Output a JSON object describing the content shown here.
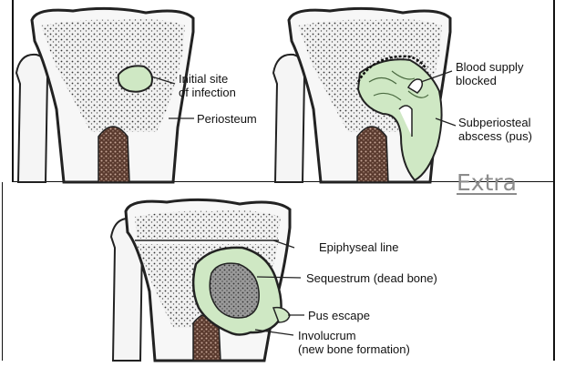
{
  "panel1": {
    "label_infection_line1": "Initial site",
    "label_infection_line2": "of infection",
    "label_periosteum": "Periosteum"
  },
  "panel2": {
    "label_blood_line1": "Blood supply",
    "label_blood_line2": "blocked",
    "label_abscess_line1": "Subperiosteal",
    "label_abscess_line2": "abscess (pus)"
  },
  "panel3": {
    "label_epiphyseal": "Epiphyseal line",
    "label_sequestrum": "Sequestrum (dead bone)",
    "label_pus": "Pus escape",
    "label_involucrum_line1": "Involucrum",
    "label_involucrum_line2": "(new bone formation)"
  },
  "extra_link": "Extra",
  "colors": {
    "bone_fill": "#ececec",
    "pus_green": "#cfe8c4",
    "outline": "#222222",
    "marrow_brown": "#6a4a3c",
    "link_gray": "#8c8c8c"
  }
}
